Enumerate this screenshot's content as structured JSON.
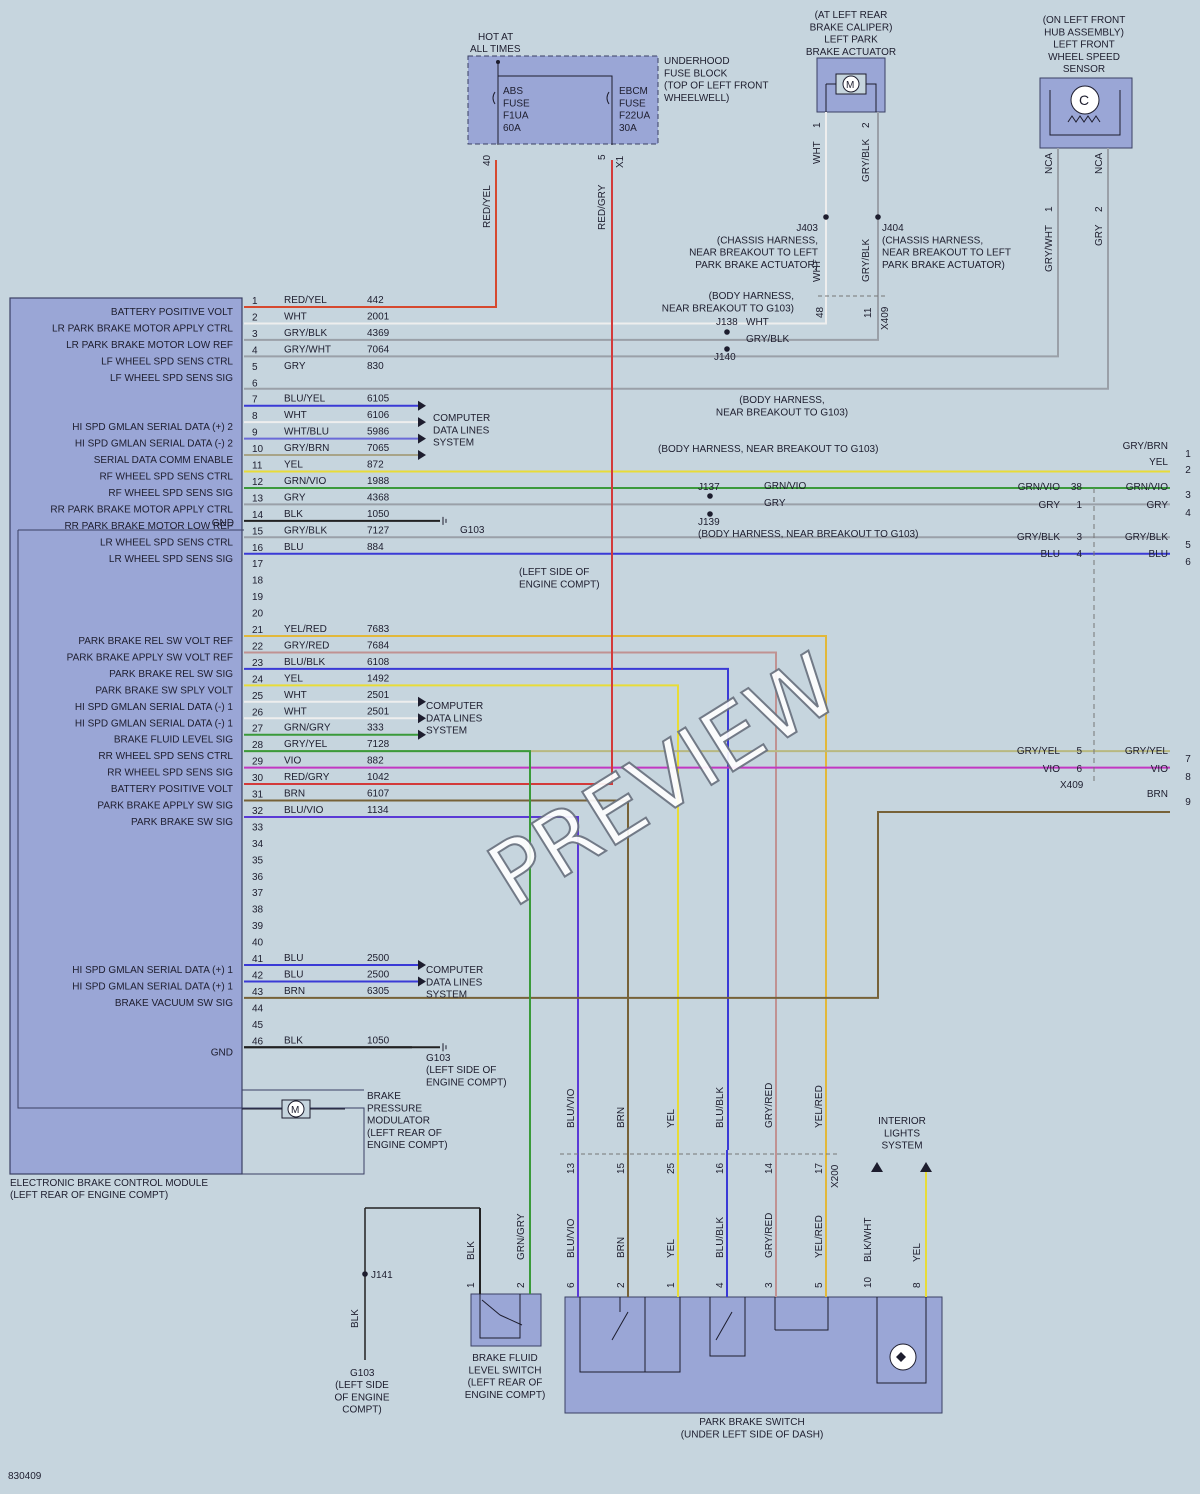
{
  "watermark": "PREVIEW",
  "diagram_id": "830409",
  "colors": {
    "RED/YEL": "#d6492f",
    "WHT": "#eeeeee",
    "GRY/BLK": "#9aa0a8",
    "GRY/WHT": "#9aa0a8",
    "GRY": "#9aa0a8",
    "BLU/YEL": "#3a3ad6",
    "WHT/BLU": "#6a6ad8",
    "GRY/BRN": "#a8a488",
    "YEL": "#e8dc38",
    "GRN/VIO": "#3c9a3c",
    "BLK": "#222222",
    "BLU": "#3a3ad6",
    "YEL/RED": "#e2b83a",
    "GRY/RED": "#c09292",
    "BLU/BLK": "#3a3ad6",
    "GRN/GRY": "#3a9a3a",
    "GRY/YEL": "#b8b880",
    "VIO": "#c238c2",
    "RED/GRY": "#d33a3a",
    "BRN": "#776238",
    "BLU/VIO": "#5a3ad6"
  },
  "ebcm": {
    "name": "ELECTRONIC BRAKE CONTROL MODULE",
    "location": "(LEFT REAR OF ENGINE COMPT)",
    "gnd_label": "GND",
    "pins": [
      {
        "pin": "1",
        "func": "BATTERY POSITIVE VOLT",
        "color": "RED/YEL",
        "circuit": "442",
        "run": "fuse1"
      },
      {
        "pin": "2",
        "func": "LR PARK BRAKE MOTOR APPLY CTRL",
        "color": "WHT",
        "circuit": "2001",
        "run": "j138"
      },
      {
        "pin": "3",
        "func": "LR PARK BRAKE MOTOR LOW REF",
        "color": "GRY/BLK",
        "circuit": "4369",
        "run": "j138"
      },
      {
        "pin": "4",
        "func": "LF WHEEL SPD SENS CTRL",
        "color": "GRY/WHT",
        "circuit": "7064",
        "run": "j140"
      },
      {
        "pin": "5",
        "func": "LF WHEEL SPD SENS SIG",
        "color": "GRY",
        "circuit": "830",
        "run": "lf2"
      },
      {
        "pin": "6",
        "func": "",
        "color": "",
        "circuit": "",
        "run": ""
      },
      {
        "pin": "7",
        "func": "",
        "color": "BLU/YEL",
        "circuit": "6105",
        "run": "arrow"
      },
      {
        "pin": "8",
        "func": "HI SPD GMLAN SERIAL DATA (+) 2",
        "color": "WHT",
        "circuit": "6106",
        "run": "arrow"
      },
      {
        "pin": "9",
        "func": "HI SPD GMLAN SERIAL DATA (-) 2",
        "color": "WHT/BLU",
        "circuit": "5986",
        "run": "arrow"
      },
      {
        "pin": "10",
        "func": "SERIAL DATA COMM ENABLE",
        "color": "GRY/BRN",
        "circuit": "7065",
        "run": "arrow"
      },
      {
        "pin": "11",
        "func": "RF WHEEL SPD SENS CTRL",
        "color": "YEL",
        "circuit": "872",
        "run": "right"
      },
      {
        "pin": "12",
        "func": "RF WHEEL SPD SENS SIG",
        "color": "GRN/VIO",
        "circuit": "1988",
        "run": "right"
      },
      {
        "pin": "13",
        "func": "RR PARK BRAKE MOTOR APPLY CTRL",
        "color": "GRY",
        "circuit": "4368",
        "run": "right"
      },
      {
        "pin": "14",
        "func": "RR PARK BRAKE MOTOR LOW REF",
        "color": "BLK",
        "circuit": "1050",
        "run": "gnd"
      },
      {
        "pin": "15",
        "func": "LR WHEEL SPD SENS CTRL",
        "color": "GRY/BLK",
        "circuit": "7127",
        "run": "right"
      },
      {
        "pin": "16",
        "func": "LR WHEEL SPD SENS SIG",
        "color": "BLU",
        "circuit": "884",
        "run": "right"
      },
      {
        "pin": "17",
        "func": "",
        "color": "",
        "circuit": "",
        "run": ""
      },
      {
        "pin": "18",
        "func": "",
        "color": "",
        "circuit": "",
        "run": ""
      },
      {
        "pin": "19",
        "func": "",
        "color": "",
        "circuit": "",
        "run": ""
      },
      {
        "pin": "20",
        "func": "",
        "color": "",
        "circuit": "",
        "run": ""
      },
      {
        "pin": "21",
        "func": "PARK BRAKE REL SW VOLT REF",
        "color": "YEL/RED",
        "circuit": "7683",
        "run": "x825"
      },
      {
        "pin": "22",
        "func": "PARK BRAKE APPLY SW VOLT REF",
        "color": "GRY/RED",
        "circuit": "7684",
        "run": "x775"
      },
      {
        "pin": "23",
        "func": "PARK BRAKE REL SW SIG",
        "color": "BLU/BLK",
        "circuit": "6108",
        "run": "x727"
      },
      {
        "pin": "24",
        "func": "PARK BRAKE SW SPLY VOLT",
        "color": "YEL",
        "circuit": "1492",
        "run": "x678"
      },
      {
        "pin": "25",
        "func": "HI SPD GMLAN SERIAL DATA (-) 1",
        "color": "WHT",
        "circuit": "2501",
        "run": "arrow"
      },
      {
        "pin": "26",
        "func": "HI SPD GMLAN SERIAL DATA (-) 1",
        "color": "WHT",
        "circuit": "2501",
        "run": "arrow"
      },
      {
        "pin": "27",
        "func": "BRAKE FLUID LEVEL SIG",
        "color": "GRN/GRY",
        "circuit": "333",
        "run": "arrow"
      },
      {
        "pin": "28",
        "func": "RR WHEEL SPD SENS CTRL",
        "color": "GRY/YEL",
        "circuit": "7128",
        "run": "right"
      },
      {
        "pin": "29",
        "func": "RR WHEEL SPD SENS SIG",
        "color": "VIO",
        "circuit": "882",
        "run": "right"
      },
      {
        "pin": "30",
        "func": "BATTERY POSITIVE VOLT",
        "color": "RED/GRY",
        "circuit": "1042",
        "run": "fuse2"
      },
      {
        "pin": "31",
        "func": "PARK BRAKE APPLY SW SIG",
        "color": "BRN",
        "circuit": "6107",
        "run": "x628"
      },
      {
        "pin": "32",
        "func": "PARK BRAKE SW SIG",
        "color": "BLU/VIO",
        "circuit": "1134",
        "run": "x578"
      },
      {
        "pin": "33",
        "func": "",
        "color": "",
        "circuit": "",
        "run": ""
      },
      {
        "pin": "34",
        "func": "",
        "color": "",
        "circuit": "",
        "run": ""
      },
      {
        "pin": "35",
        "func": "",
        "color": "",
        "circuit": "",
        "run": ""
      },
      {
        "pin": "36",
        "func": "",
        "color": "",
        "circuit": "",
        "run": ""
      },
      {
        "pin": "37",
        "func": "",
        "color": "",
        "circuit": "",
        "run": ""
      },
      {
        "pin": "38",
        "func": "",
        "color": "",
        "circuit": "",
        "run": ""
      },
      {
        "pin": "39",
        "func": "",
        "color": "",
        "circuit": "",
        "run": ""
      },
      {
        "pin": "40",
        "func": "",
        "color": "",
        "circuit": "",
        "run": ""
      },
      {
        "pin": "41",
        "func": "HI SPD GMLAN SERIAL DATA (+) 1",
        "color": "BLU",
        "circuit": "2500",
        "run": "arrow"
      },
      {
        "pin": "42",
        "func": "HI SPD GMLAN SERIAL DATA (+) 1",
        "color": "BLU",
        "circuit": "2500",
        "run": "arrow"
      },
      {
        "pin": "43",
        "func": "BRAKE VACUUM SW SIG",
        "color": "BRN",
        "circuit": "6305",
        "run": "x878"
      },
      {
        "pin": "44",
        "func": "",
        "color": "",
        "circuit": "",
        "run": ""
      },
      {
        "pin": "45",
        "func": "",
        "color": "",
        "circuit": "",
        "run": ""
      },
      {
        "pin": "46",
        "func": "GND",
        "color": "BLK",
        "circuit": "1050",
        "run": "gnd"
      }
    ]
  },
  "labels": {
    "hot_at": "HOT AT",
    "all_times": "ALL TIMES",
    "fuse_block": [
      "UNDERHOOD",
      "FUSE BLOCK",
      "(TOP OF LEFT FRONT",
      "WHEELWELL)"
    ],
    "abs_fuse": [
      "ABS",
      "FUSE",
      "F1UA",
      "60A"
    ],
    "ebcm_fuse": [
      "EBCM",
      "FUSE",
      "F22UA",
      "30A"
    ],
    "caliper": [
      "(AT LEFT REAR",
      "BRAKE CALIPER)",
      "LEFT PARK",
      "BRAKE ACTUATOR"
    ],
    "wheel_sensor": [
      "(ON LEFT FRONT",
      "HUB ASSEMBLY)",
      "LEFT FRONT",
      "WHEEL SPEED",
      "SENSOR"
    ],
    "j403": [
      "J403",
      "(CHASSIS HARNESS,",
      "NEAR BREAKOUT TO LEFT",
      "PARK BRAKE ACTUATOR)"
    ],
    "j404": [
      "J404",
      "(CHASSIS HARNESS,",
      "NEAR BREAKOUT TO LEFT",
      "PARK BRAKE ACTUATOR)"
    ],
    "body_harness_1": [
      "(BODY HARNESS,",
      "NEAR BREAKOUT TO G103)"
    ],
    "body_harness_2": [
      "(BODY HARNESS,",
      "NEAR BREAKOUT TO G103)"
    ],
    "body_harness_3": "(BODY HARNESS, NEAR BREAKOUT TO G103)",
    "body_harness_4": "(BODY HARNESS, NEAR BREAKOUT TO G103)",
    "computer_data": [
      "COMPUTER",
      "DATA LINES",
      "SYSTEM"
    ],
    "g103": "G103",
    "g103_loc": [
      "(LEFT SIDE OF",
      "ENGINE COMPT)"
    ],
    "g103_loc_b": [
      "(LEFT SIDE",
      "OF ENGINE",
      "COMPT)"
    ],
    "modulator": [
      "BRAKE",
      "PRESSURE",
      "MODULATOR",
      "(LEFT REAR OF",
      "ENGINE COMPT)"
    ],
    "interior": [
      "INTERIOR",
      "LIGHTS",
      "SYSTEM"
    ],
    "fluid_switch": [
      "BRAKE FLUID",
      "LEVEL SWITCH",
      "(LEFT REAR OF",
      "ENGINE COMPT)"
    ],
    "park_switch": [
      "PARK BRAKE SWITCH",
      "(UNDER LEFT SIDE OF DASH)"
    ],
    "j137": "J137",
    "j138": "J138",
    "j139": "J139",
    "j140": "J140",
    "j141": "J141",
    "x409": "X409",
    "x200": "X200",
    "x1": "X1",
    "nca": "NCA"
  },
  "right_connector": [
    {
      "pin": "1",
      "color_l": "",
      "num": "",
      "color_r": "GRY/BRN"
    },
    {
      "pin": "2",
      "color_l": "",
      "num": "",
      "color_r": "YEL"
    },
    {
      "pin": "3",
      "color_l": "GRN/VIO",
      "num": "38",
      "color_r": "GRN/VIO"
    },
    {
      "pin": "4",
      "color_l": "GRY",
      "num": "1",
      "color_r": "GRY"
    },
    {
      "pin": "5",
      "color_l": "GRY/BLK",
      "num": "3",
      "color_r": "GRY/BLK"
    },
    {
      "pin": "6",
      "color_l": "BLU",
      "num": "4",
      "color_r": "BLU"
    },
    {
      "pin": "7",
      "color_l": "GRY/YEL",
      "num": "5",
      "color_r": "GRY/YEL"
    },
    {
      "pin": "8",
      "color_l": "VIO",
      "num": "6",
      "color_r": "VIO"
    },
    {
      "pin": "9",
      "color_l": "",
      "num": "",
      "color_r": "BRN"
    }
  ],
  "x200_pins": [
    {
      "color": "BLU/VIO",
      "num": "13",
      "sw_pin": "6"
    },
    {
      "color": "BRN",
      "num": "15",
      "sw_pin": "2"
    },
    {
      "color": "YEL",
      "num": "25",
      "sw_pin": "1"
    },
    {
      "color": "BLU/BLK",
      "num": "16",
      "sw_pin": "4"
    },
    {
      "color": "GRY/RED",
      "num": "14",
      "sw_pin": "3"
    },
    {
      "color": "YEL/RED",
      "num": "17",
      "sw_pin": "5"
    }
  ],
  "interior_pins": [
    {
      "color": "BLK/WHT",
      "sw_pin": "10"
    },
    {
      "color": "YEL",
      "sw_pin": "8"
    }
  ],
  "fluid_pins": [
    {
      "color": "BLK",
      "pin": "1"
    },
    {
      "color": "GRN/GRY",
      "pin": "2"
    }
  ],
  "vertical_labels": {
    "fuse_left": {
      "color": "RED/YEL",
      "pin": "40"
    },
    "fuse_right": {
      "color": "RED/GRY",
      "pin": "5"
    },
    "cal_left": {
      "color": "WHT",
      "pin": "1",
      "lower": "WHT",
      "num": "48"
    },
    "cal_right": {
      "color": "GRY/BLK",
      "pin": "2",
      "lower": "GRY/BLK",
      "num": "11"
    },
    "ws_left": {
      "color": "GRY/WHT",
      "pin": "1"
    },
    "ws_right": {
      "color": "GRY",
      "pin": "2"
    },
    "g103_wire": "BLK"
  }
}
